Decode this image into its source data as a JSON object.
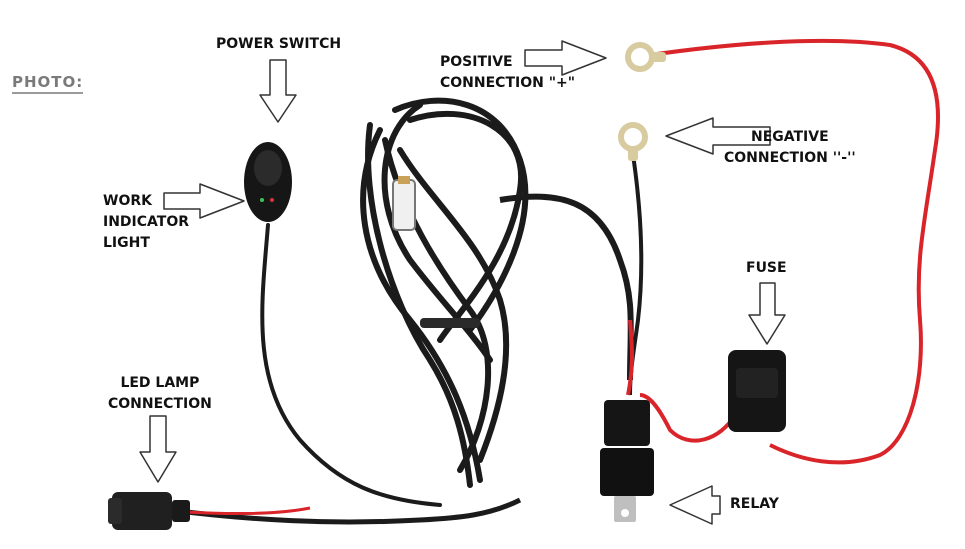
{
  "photo_tag": "PHOTO:",
  "labels": {
    "power_switch": [
      "POWER SWITCH"
    ],
    "positive": [
      "POSITIVE",
      "CONNECTION \"+\""
    ],
    "negative": [
      "NEGATIVE",
      "CONNECTION ''-''"
    ],
    "work_indicator": [
      "WORK",
      "INDICATOR",
      "LIGHT"
    ],
    "fuse": [
      "FUSE"
    ],
    "led_lamp": [
      "LED LAMP",
      "CONNECTION"
    ],
    "relay": [
      "RELAY"
    ]
  },
  "colors": {
    "wire_black": "#1b1b1b",
    "wire_red": "#d9252a",
    "ring_terminal": "#d8cba0",
    "arrow_outline": "#333333"
  }
}
